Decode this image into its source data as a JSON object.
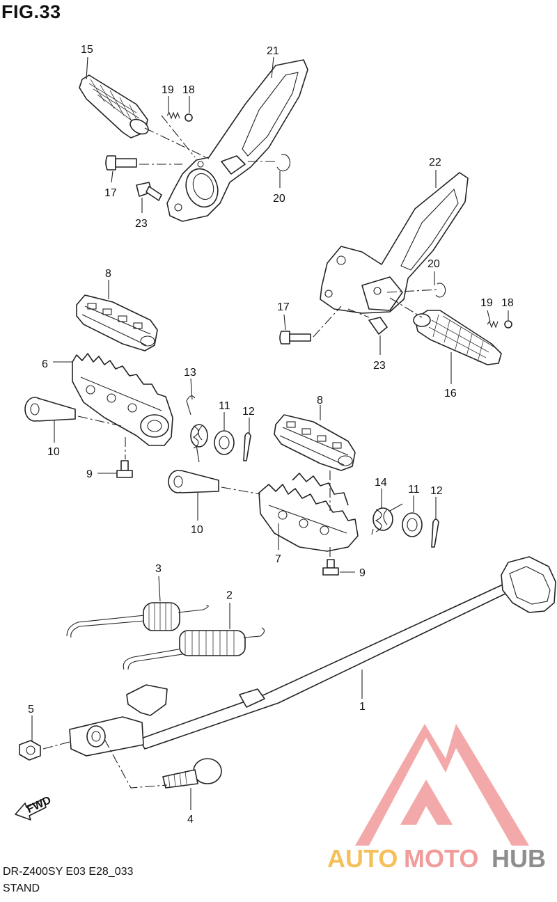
{
  "figure": {
    "title": "FIG.33",
    "model_code": "DR-Z400SY E03 E28_033",
    "section_name": "STAND"
  },
  "callouts": {
    "c1": "1",
    "c2": "2",
    "c3": "3",
    "c4": "4",
    "c5": "5",
    "c6": "6",
    "c7": "7",
    "c8a": "8",
    "c8b": "8",
    "c9a": "9",
    "c9b": "9",
    "c10a": "10",
    "c10b": "10",
    "c11a": "11",
    "c11b": "11",
    "c12a": "12",
    "c12b": "12",
    "c13": "13",
    "c14": "14",
    "c15": "15",
    "c16": "16",
    "c17a": "17",
    "c17b": "17",
    "c18a": "18",
    "c18b": "18",
    "c19a": "19",
    "c19b": "19",
    "c20a": "20",
    "c20b": "20",
    "c21": "21",
    "c22": "22",
    "c23a": "23",
    "c23b": "23"
  },
  "fwd_label": "FWD",
  "watermark": {
    "part1": "AUTO",
    "part2": "MOTO",
    "part3": "HUB",
    "colors": {
      "yellow": "#f5c05a",
      "red": "#f29b9b",
      "gray": "#8e8e8e"
    }
  }
}
